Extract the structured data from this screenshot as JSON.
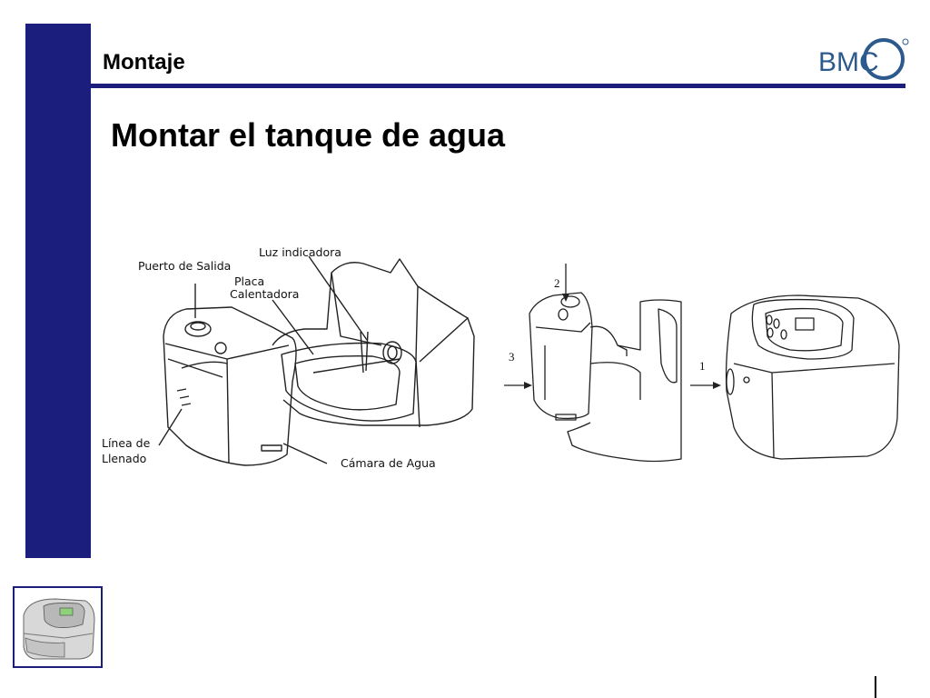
{
  "header": {
    "section": "Montaje"
  },
  "logo": {
    "text": "BMC"
  },
  "slide": {
    "title": "Montar el tanque de agua"
  },
  "figure_left": {
    "labels": {
      "outlet_port": "Puerto de Salida",
      "indicator_light": "Luz indicadora",
      "heater_plate_1": "Placa",
      "heater_plate_2": "Calentadora",
      "fill_line_1": "Línea de",
      "fill_line_2": "Llenado",
      "water_chamber": "Cámara de Agua"
    }
  },
  "figure_right": {
    "steps": [
      "2",
      "3",
      "1"
    ]
  },
  "colors": {
    "accent": "#1c1e7e",
    "logo": "#2d5a8c"
  }
}
